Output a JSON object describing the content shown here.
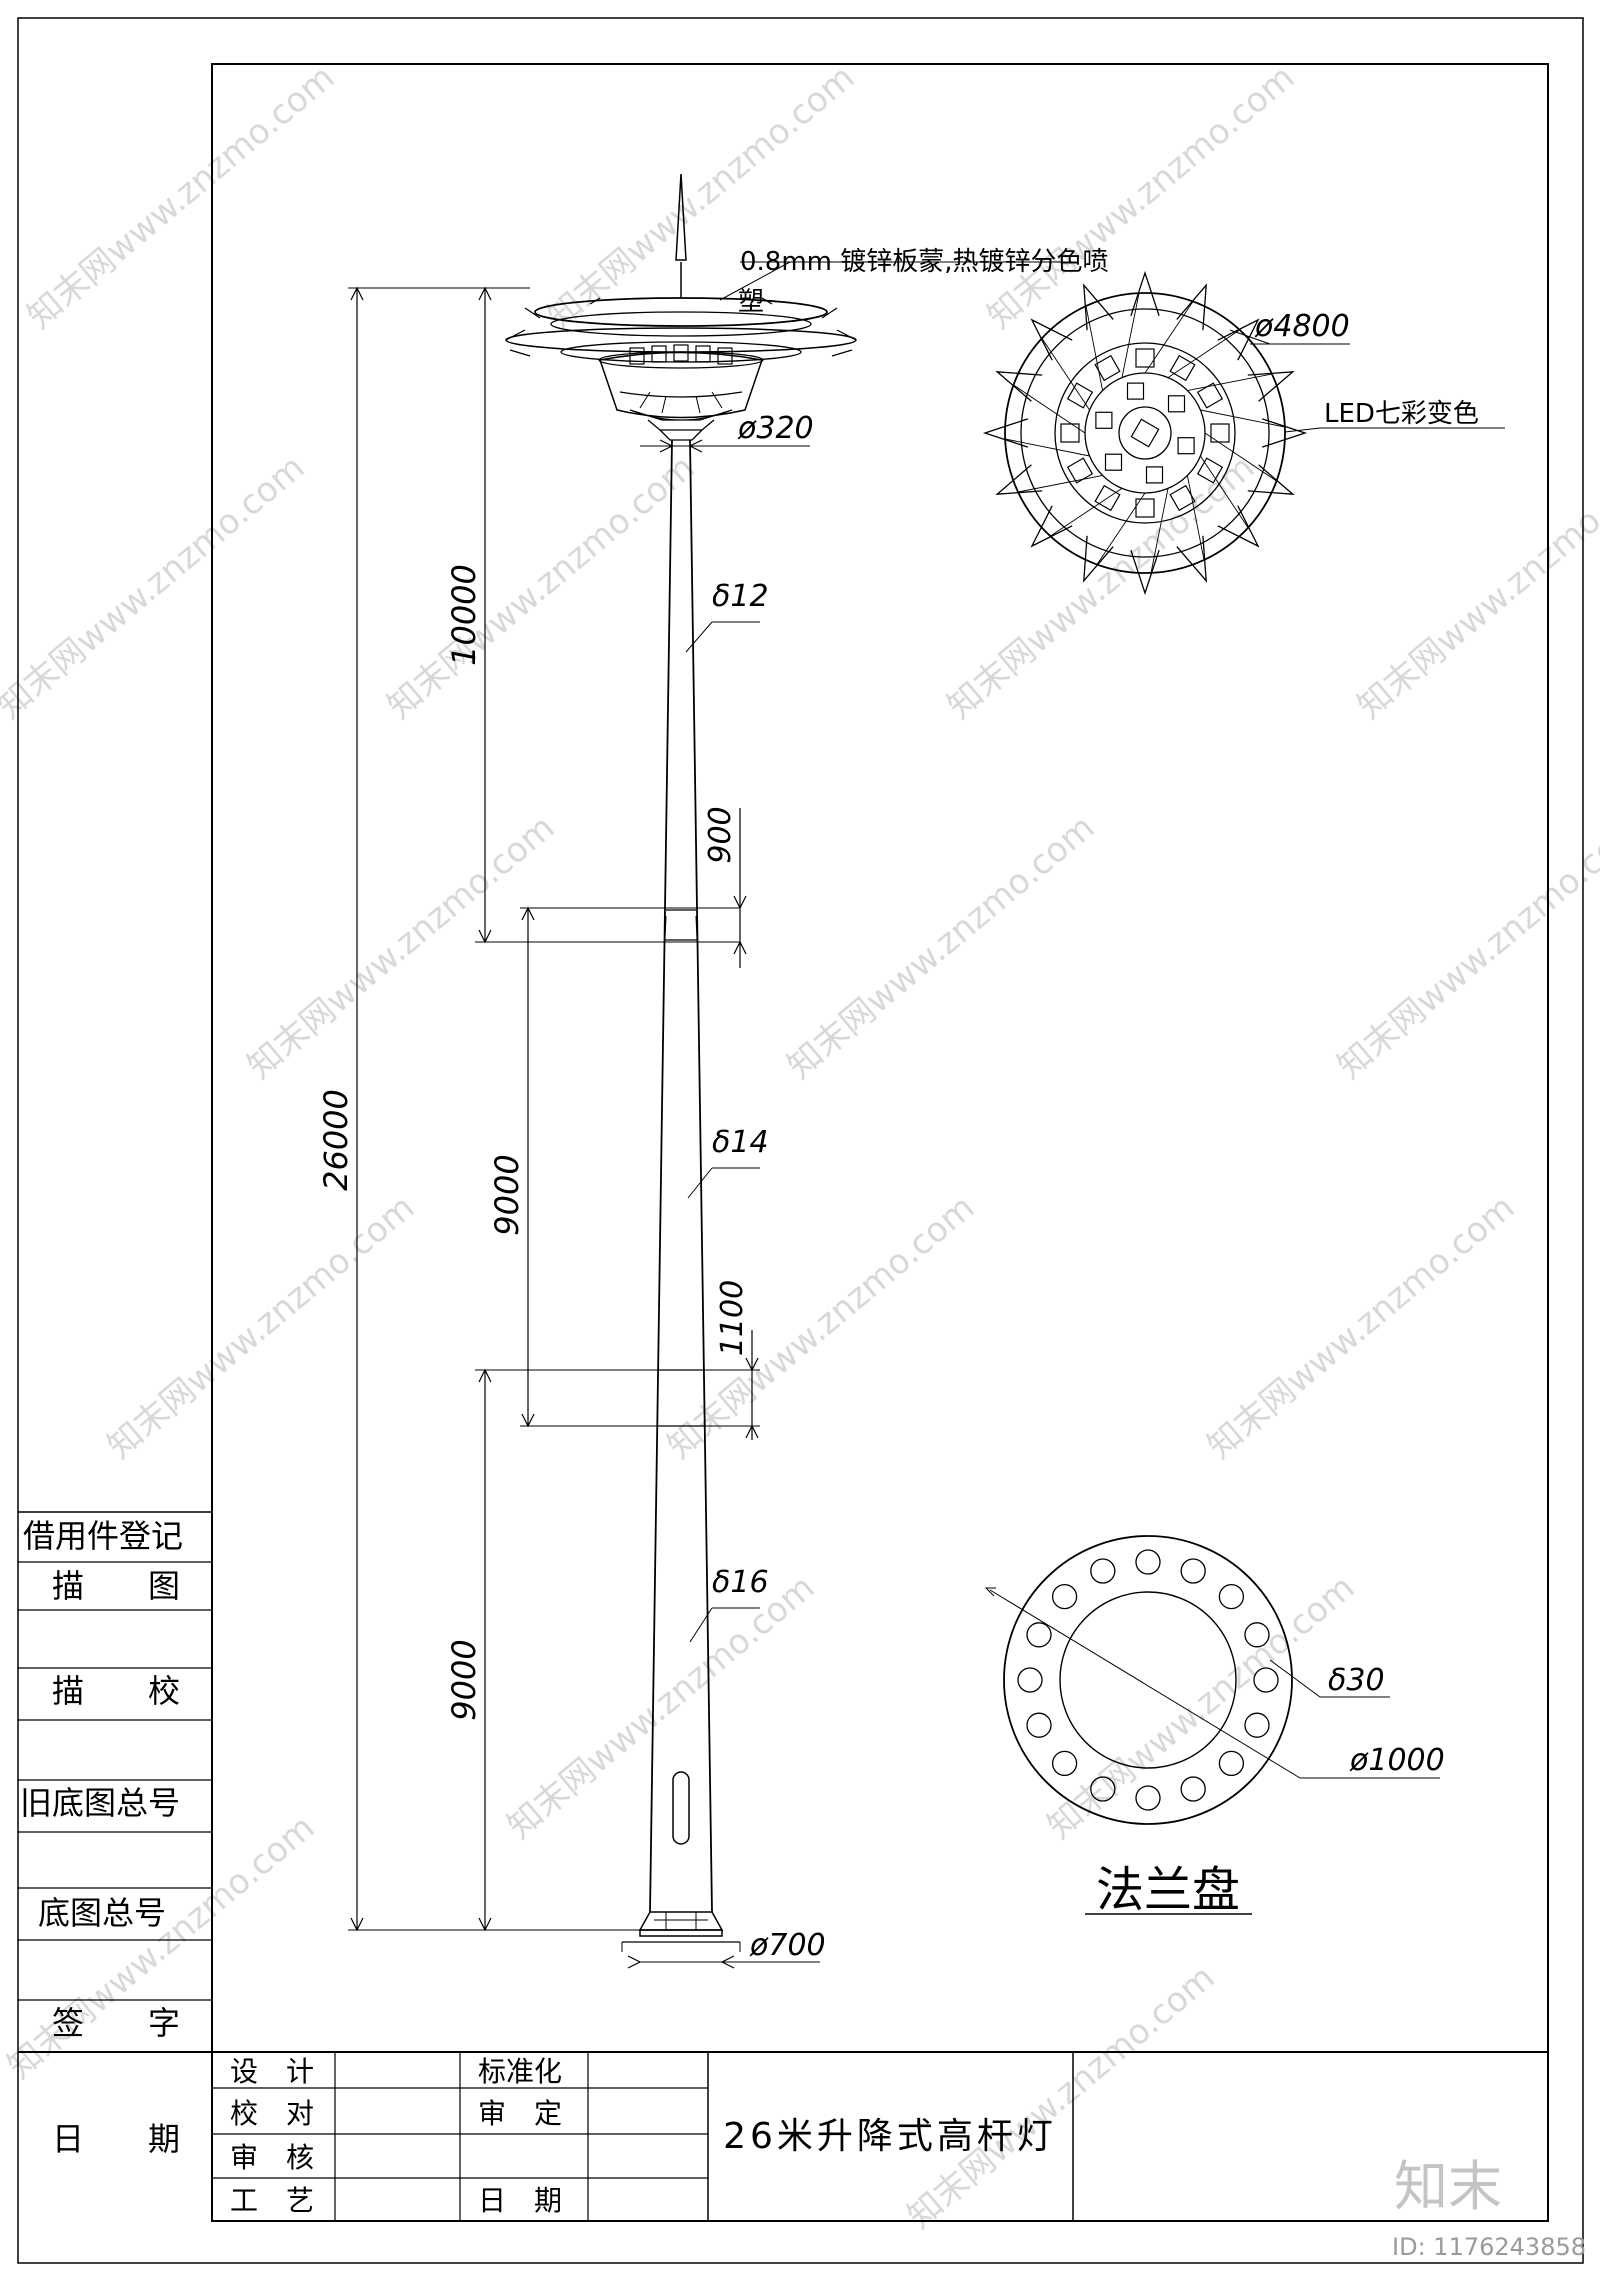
{
  "drawing": {
    "title": "26米升降式高杆灯",
    "annotations": {
      "material_line1": "0.8mm 镀锌板蒙,热镀锌分色喷",
      "material_line2": "塑",
      "head_diameter": "ø320",
      "lamp_diameter": "ø4800",
      "led_note": "LED七彩变色",
      "thickness_top": "δ12",
      "thickness_mid": "δ14",
      "thickness_bottom": "δ16",
      "base_diameter": "ø700",
      "flange_title": "法兰盘",
      "flange_hole": "δ30",
      "flange_diameter": "ø1000"
    },
    "dimensions": {
      "total": "26000",
      "section_top": "10000",
      "overlap_top": "900",
      "section_mid": "9000",
      "overlap_bottom": "1100",
      "section_bottom": "9000"
    }
  },
  "side_table": {
    "rows": [
      "借用件登记",
      "描　　图",
      "",
      "描　　校",
      "",
      "旧底图总号",
      "",
      "底图总号",
      "",
      "签　　字",
      "",
      "日　　期"
    ]
  },
  "title_block": {
    "labels_left": [
      "设　计",
      "校　对",
      "审　核",
      "工　艺"
    ],
    "labels_right": [
      "标准化",
      "审　定",
      "",
      "日　期"
    ]
  },
  "watermark": {
    "site": "知末网www.znzmo.com",
    "logo": "知末",
    "id": "ID: 1176243858"
  }
}
